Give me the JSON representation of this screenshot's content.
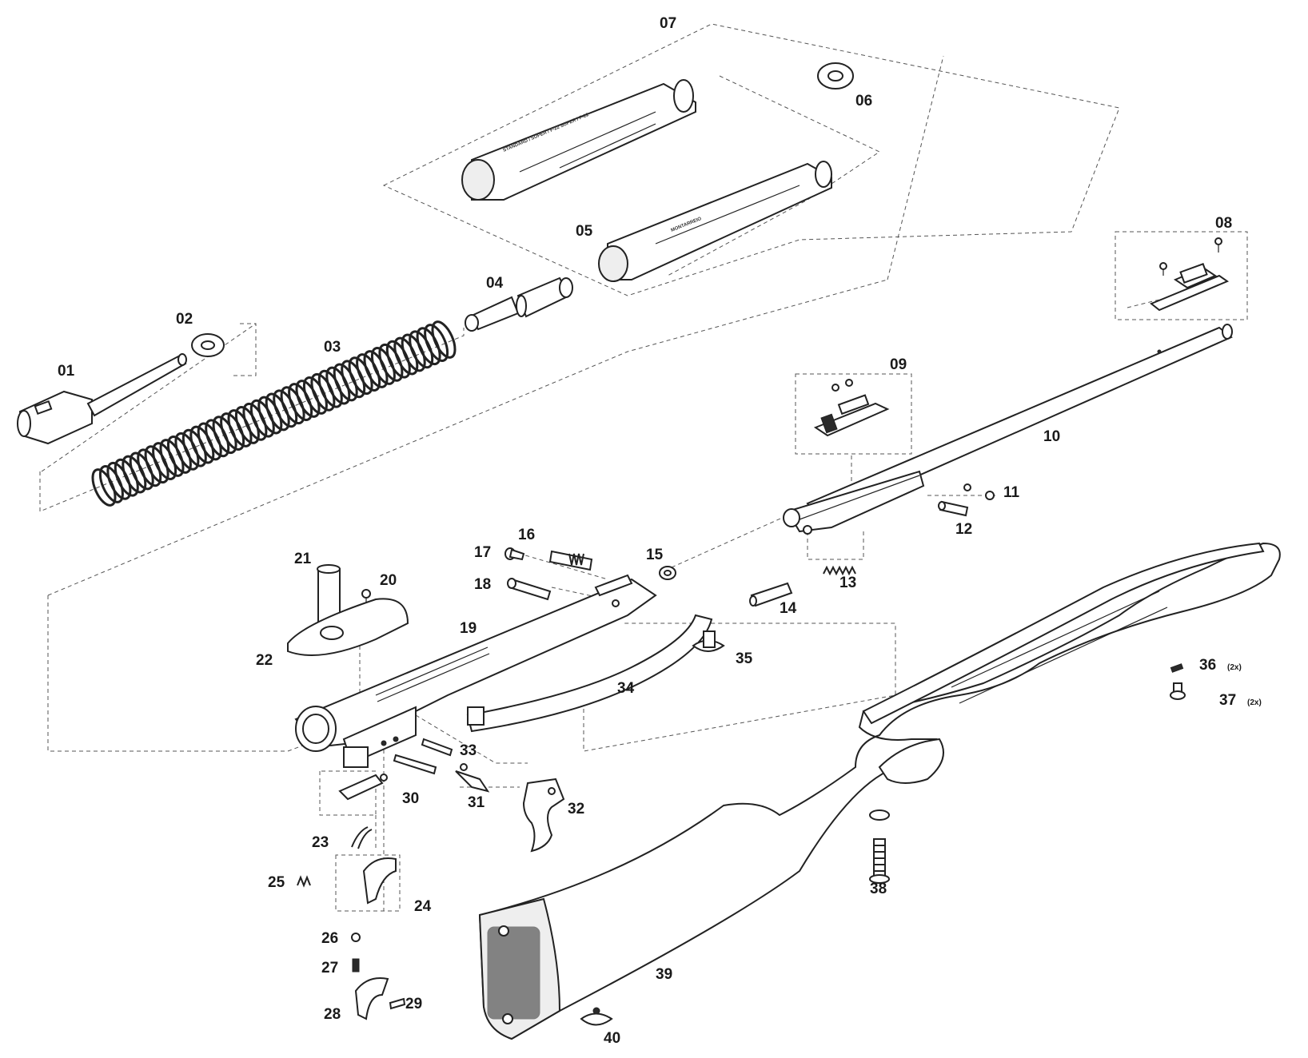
{
  "parts": {
    "p01": "01",
    "p02": "02",
    "p03": "03",
    "p04": "04",
    "p05": "05",
    "p06": "06",
    "p07": "07",
    "p08": "08",
    "p09": "09",
    "p10": "10",
    "p11": "11",
    "p12": "12",
    "p13": "13",
    "p14": "14",
    "p15": "15",
    "p16": "16",
    "p17": "17",
    "p18": "18",
    "p19": "19",
    "p20": "20",
    "p21": "21",
    "p22": "22",
    "p23": "23",
    "p24": "24",
    "p25": "25",
    "p26": "26",
    "p27": "27",
    "p28": "28",
    "p29": "29",
    "p30": "30",
    "p31": "31",
    "p32": "32",
    "p33": "33",
    "p34": "34",
    "p35": "35",
    "p36": "36",
    "p37": "37",
    "p38": "38",
    "p39": "39",
    "p40": "40"
  },
  "quantities": {
    "p36": "(2x)",
    "p37": "(2x)"
  },
  "cylinder_texts": {
    "upper": "STANDARD / SUPER / F-22 SUPER / F-22",
    "lower": "MONTARREIO"
  }
}
